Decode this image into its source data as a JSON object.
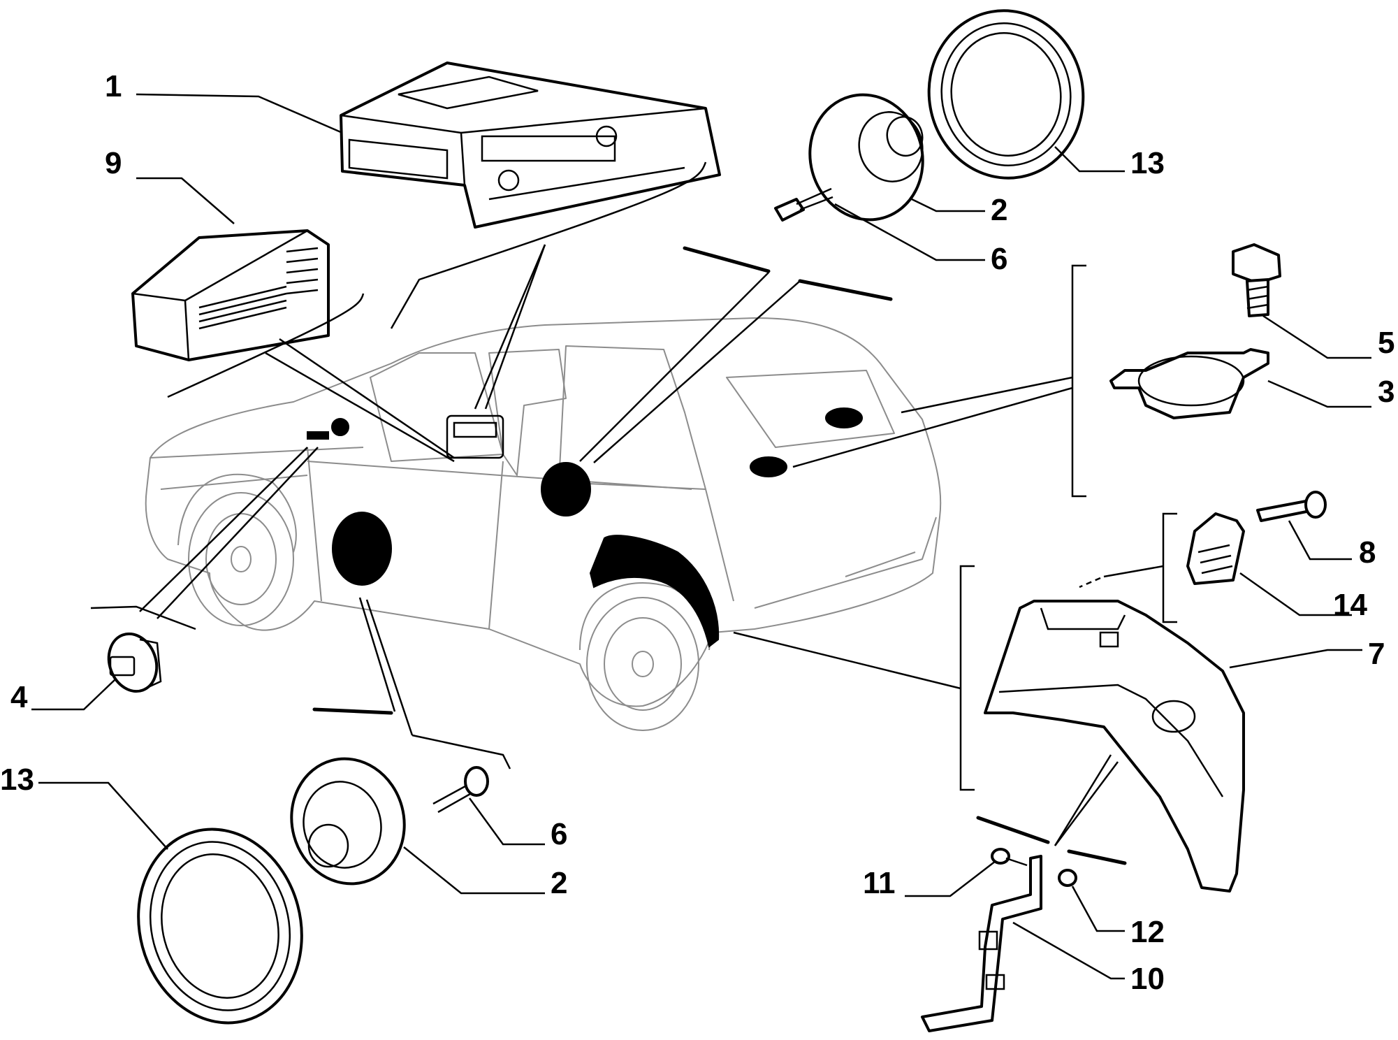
{
  "callouts": [
    {
      "id": "c1",
      "label": "1"
    },
    {
      "id": "c9",
      "label": "9"
    },
    {
      "id": "c13-top",
      "label": "13"
    },
    {
      "id": "c2-top",
      "label": "2"
    },
    {
      "id": "c6-top",
      "label": "6"
    },
    {
      "id": "c5",
      "label": "5"
    },
    {
      "id": "c3",
      "label": "3"
    },
    {
      "id": "c8",
      "label": "8"
    },
    {
      "id": "c14",
      "label": "14"
    },
    {
      "id": "c7",
      "label": "7"
    },
    {
      "id": "c4",
      "label": "4"
    },
    {
      "id": "c13-bottom",
      "label": "13"
    },
    {
      "id": "c6-bottom",
      "label": "6"
    },
    {
      "id": "c2-bottom",
      "label": "2"
    },
    {
      "id": "c11",
      "label": "11"
    },
    {
      "id": "c12",
      "label": "12"
    },
    {
      "id": "c10",
      "label": "10"
    }
  ],
  "colors": {
    "ink": "#000000",
    "car_outline": "#8c8c8c",
    "background": "#ffffff"
  }
}
